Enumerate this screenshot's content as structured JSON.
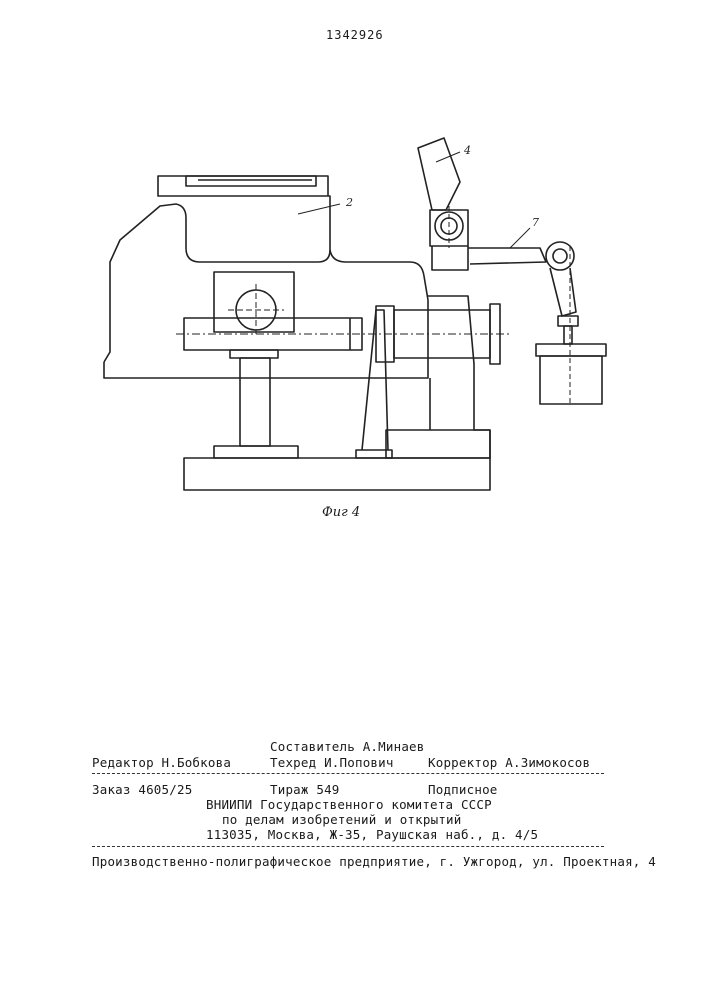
{
  "header": {
    "patent_number": "1342926"
  },
  "figure": {
    "caption": "Фиг 4",
    "labels": {
      "part_2": "2",
      "part_4": "4",
      "part_7": "7"
    }
  },
  "colophon": {
    "compiler": "Составитель А.Минаев",
    "editor": "Редактор Н.Бобкова",
    "tech_editor": "Техред И.Попович",
    "proofreader": "Корректор А.Зимокосов",
    "order": "Заказ 4605/25",
    "circulation": "Тираж 549",
    "subscription": "Подписное",
    "org_line1": "ВНИИПИ Государственного комитета СССР",
    "org_line2": "по делам изобретений и открытий",
    "org_address": "113035, Москва, Ж-35, Раушская наб., д. 4/5",
    "printer": "Производственно-полиграфическое предприятие,  г. Ужгород, ул. Проектная, 4"
  }
}
